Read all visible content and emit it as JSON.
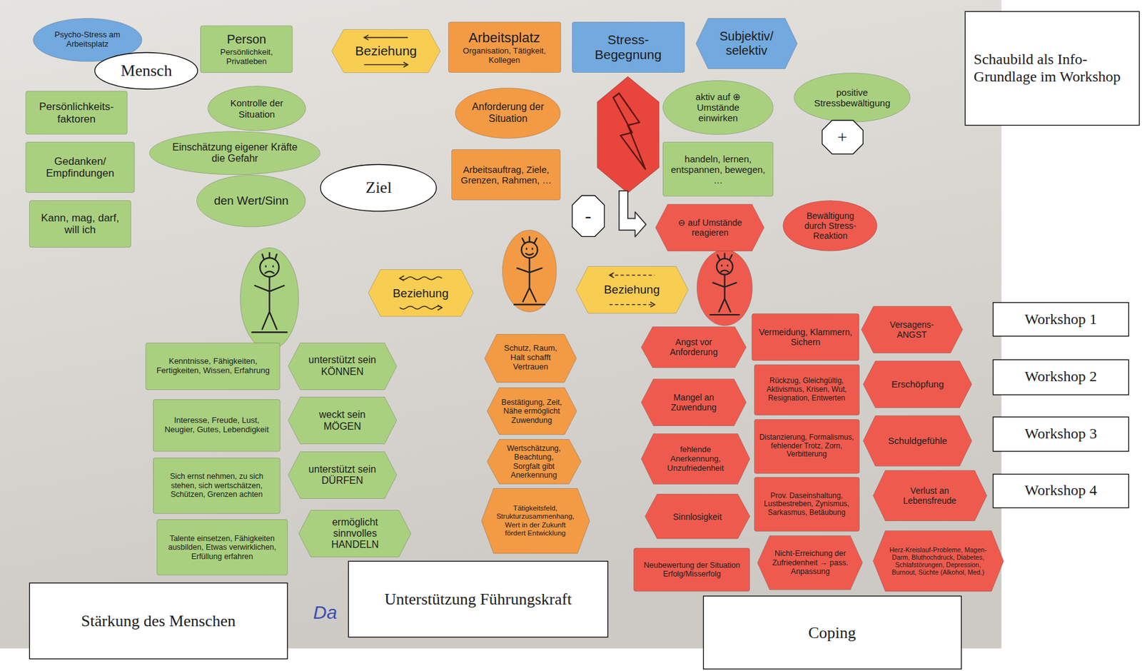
{
  "diagram": {
    "nodes": [
      {
        "text": [
          "Psycho-Stress am Arbeitsplatz"
        ]
      },
      {
        "text": [
          "Mensch"
        ]
      },
      {
        "text": [
          "Person",
          "Persönlichkeit, Privatleben"
        ]
      },
      {
        "text": [
          "Beziehung"
        ]
      },
      {
        "text": [
          "Arbeitsplatz",
          "Organisation, Tätigkeit, Kollegen"
        ]
      },
      {
        "text": [
          "Stress-Begegnung"
        ]
      },
      {
        "text": [
          "Subjektiv/ selektiv"
        ]
      },
      {
        "text": [
          "Schaubild als Info-Grundlage im Workshop"
        ]
      },
      {
        "text": [
          "Persönlichkeits- faktoren"
        ]
      },
      {
        "text": [
          "Gedanken/ Empfindungen"
        ]
      },
      {
        "text": [
          "Kann, mag, darf, will ich"
        ]
      },
      {
        "text": [
          "Kontrolle der Situation"
        ]
      },
      {
        "text": [
          "Einschätzung eigener Kräfte die Gefahr"
        ]
      },
      {
        "text": [
          "den Wert/Sinn"
        ]
      },
      {
        "text": [
          "Ziel"
        ]
      },
      {
        "text": [
          "Anforderung der Situation"
        ]
      },
      {
        "text": [
          "Arbeitsauftrag, Ziele, Grenzen, Rahmen, …"
        ]
      },
      {
        "text": [
          "aktiv auf ⊕ Umstände einwirken"
        ]
      },
      {
        "text": [
          "positive Stressbewältigung"
        ]
      },
      {
        "text": [
          "+"
        ]
      },
      {
        "text": [
          "handeln, lernen, entspannen, bewegen, …"
        ]
      },
      {
        "text": [
          "-"
        ]
      },
      {
        "text": [
          "⊖ auf Umstände reagieren"
        ]
      },
      {
        "text": [
          "Bewältigung durch Stress-Reaktion"
        ]
      },
      {
        "text": [
          "Beziehung"
        ]
      },
      {
        "text": [
          "Beziehung"
        ]
      },
      {
        "text": [
          "Workshop 1"
        ]
      },
      {
        "text": [
          "Workshop 2"
        ]
      },
      {
        "text": [
          "Workshop 3"
        ]
      },
      {
        "text": [
          "Workshop 4"
        ]
      },
      {
        "text": [
          "Kenntnisse, Fähigkeiten, Fertigkeiten, Wissen, Erfahrung"
        ]
      },
      {
        "text": [
          "unterstützt sein KÖNNEN"
        ]
      },
      {
        "text": [
          "Interesse, Freude, Lust, Neugier, Gutes, Lebendigkeit"
        ]
      },
      {
        "text": [
          "weckt sein MÖGEN"
        ]
      },
      {
        "text": [
          "Sich ernst nehmen, zu sich stehen, sich wertschätzen, Schützen, Grenzen achten"
        ]
      },
      {
        "text": [
          "unterstützt sein DÜRFEN"
        ]
      },
      {
        "text": [
          "Talente einsetzen, Fähigkeiten ausbilden, Etwas verwirklichen, Erfüllung erfahren"
        ]
      },
      {
        "text": [
          "ermöglicht sinnvolles HANDELN"
        ]
      },
      {
        "text": [
          "Schutz, Raum, Halt schafft Vertrauen"
        ]
      },
      {
        "text": [
          "Bestätigung, Zeit, Nähe ermöglicht Zuwendung"
        ]
      },
      {
        "text": [
          "Wertschätzung, Beachtung, Sorgfalt gibt Anerkennung"
        ]
      },
      {
        "text": [
          "Tätigkeitsfeld, Strukturzusammenhang, Wert in der Zukunft fördert Entwicklung"
        ]
      },
      {
        "text": [
          "Angst vor Anforderung"
        ]
      },
      {
        "text": [
          "Mangel an Zuwendung"
        ]
      },
      {
        "text": [
          "fehlende Anerkennung, Unzufriedenheit"
        ]
      },
      {
        "text": [
          "Sinnlosigkeit"
        ]
      },
      {
        "text": [
          "Neubewertung der Situation Erfolg/Misserfolg"
        ]
      },
      {
        "text": [
          "Vermeidung, Klammern, Sichern"
        ]
      },
      {
        "text": [
          "Rückzug, Gleichgültig, Aktivismus, Krisen, Wut, Resignation, Entwerten"
        ]
      },
      {
        "text": [
          "Distanzierung, Formalismus, fehlender Trotz, Zorn, Verbitterung"
        ]
      },
      {
        "text": [
          "Prov. Daseinshaltung, Lustbestreben, Zynismus, Sarkasmus, Betäubung"
        ]
      },
      {
        "text": [
          "Nicht-Erreichung der Zufriedenheit → pass. Anpassung"
        ]
      },
      {
        "text": [
          "Versagens-ANGST"
        ]
      },
      {
        "text": [
          "Erschöpfung"
        ]
      },
      {
        "text": [
          "Schuldgefühle"
        ]
      },
      {
        "text": [
          "Verlust an Lebensfreude"
        ]
      },
      {
        "text": [
          "Herz-Kreislauf-Probleme, Magen-Darm, Bluthochdruck, Diabetes, Schlafstörungen, Depression, Burnout, Süchte (Alkohol, Med.)"
        ]
      },
      {
        "text": [
          "Stärkung des Menschen"
        ]
      },
      {
        "text": [
          "Unterstützung Führungskraft"
        ]
      },
      {
        "text": [
          "Coping"
        ]
      }
    ],
    "labels": [
      "Da"
    ]
  }
}
